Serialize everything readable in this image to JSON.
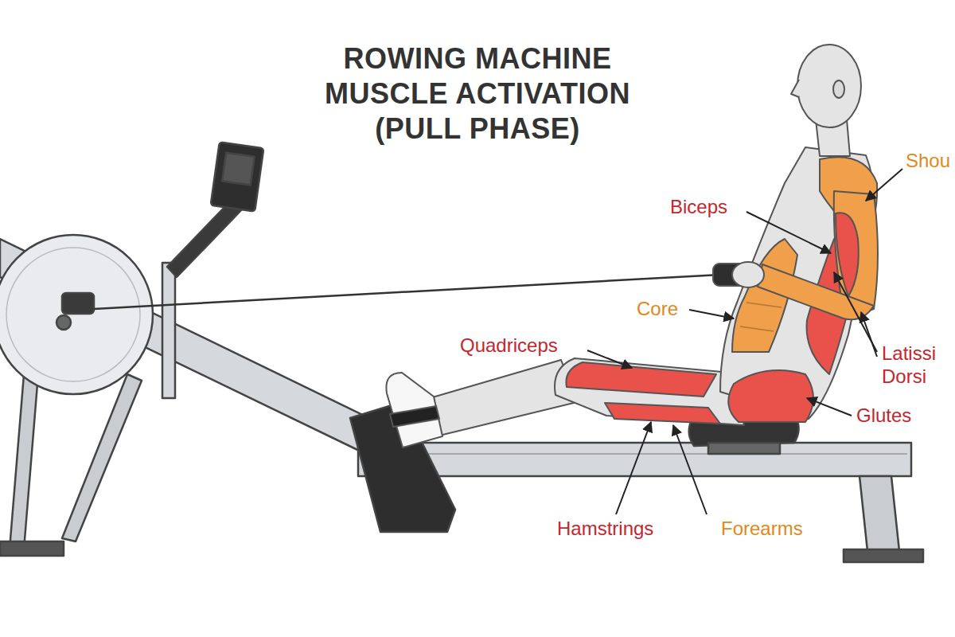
{
  "diagram": {
    "title": "ROWING MACHINE MUSCLE ACTIVATION (PULL PHASE)",
    "labels": [
      "Shou",
      "Biceps",
      "Core",
      "Quadriceps",
      "Latissi Dorsi",
      "Glutes",
      "Hamstrings",
      "Forearms"
    ]
  }
}
